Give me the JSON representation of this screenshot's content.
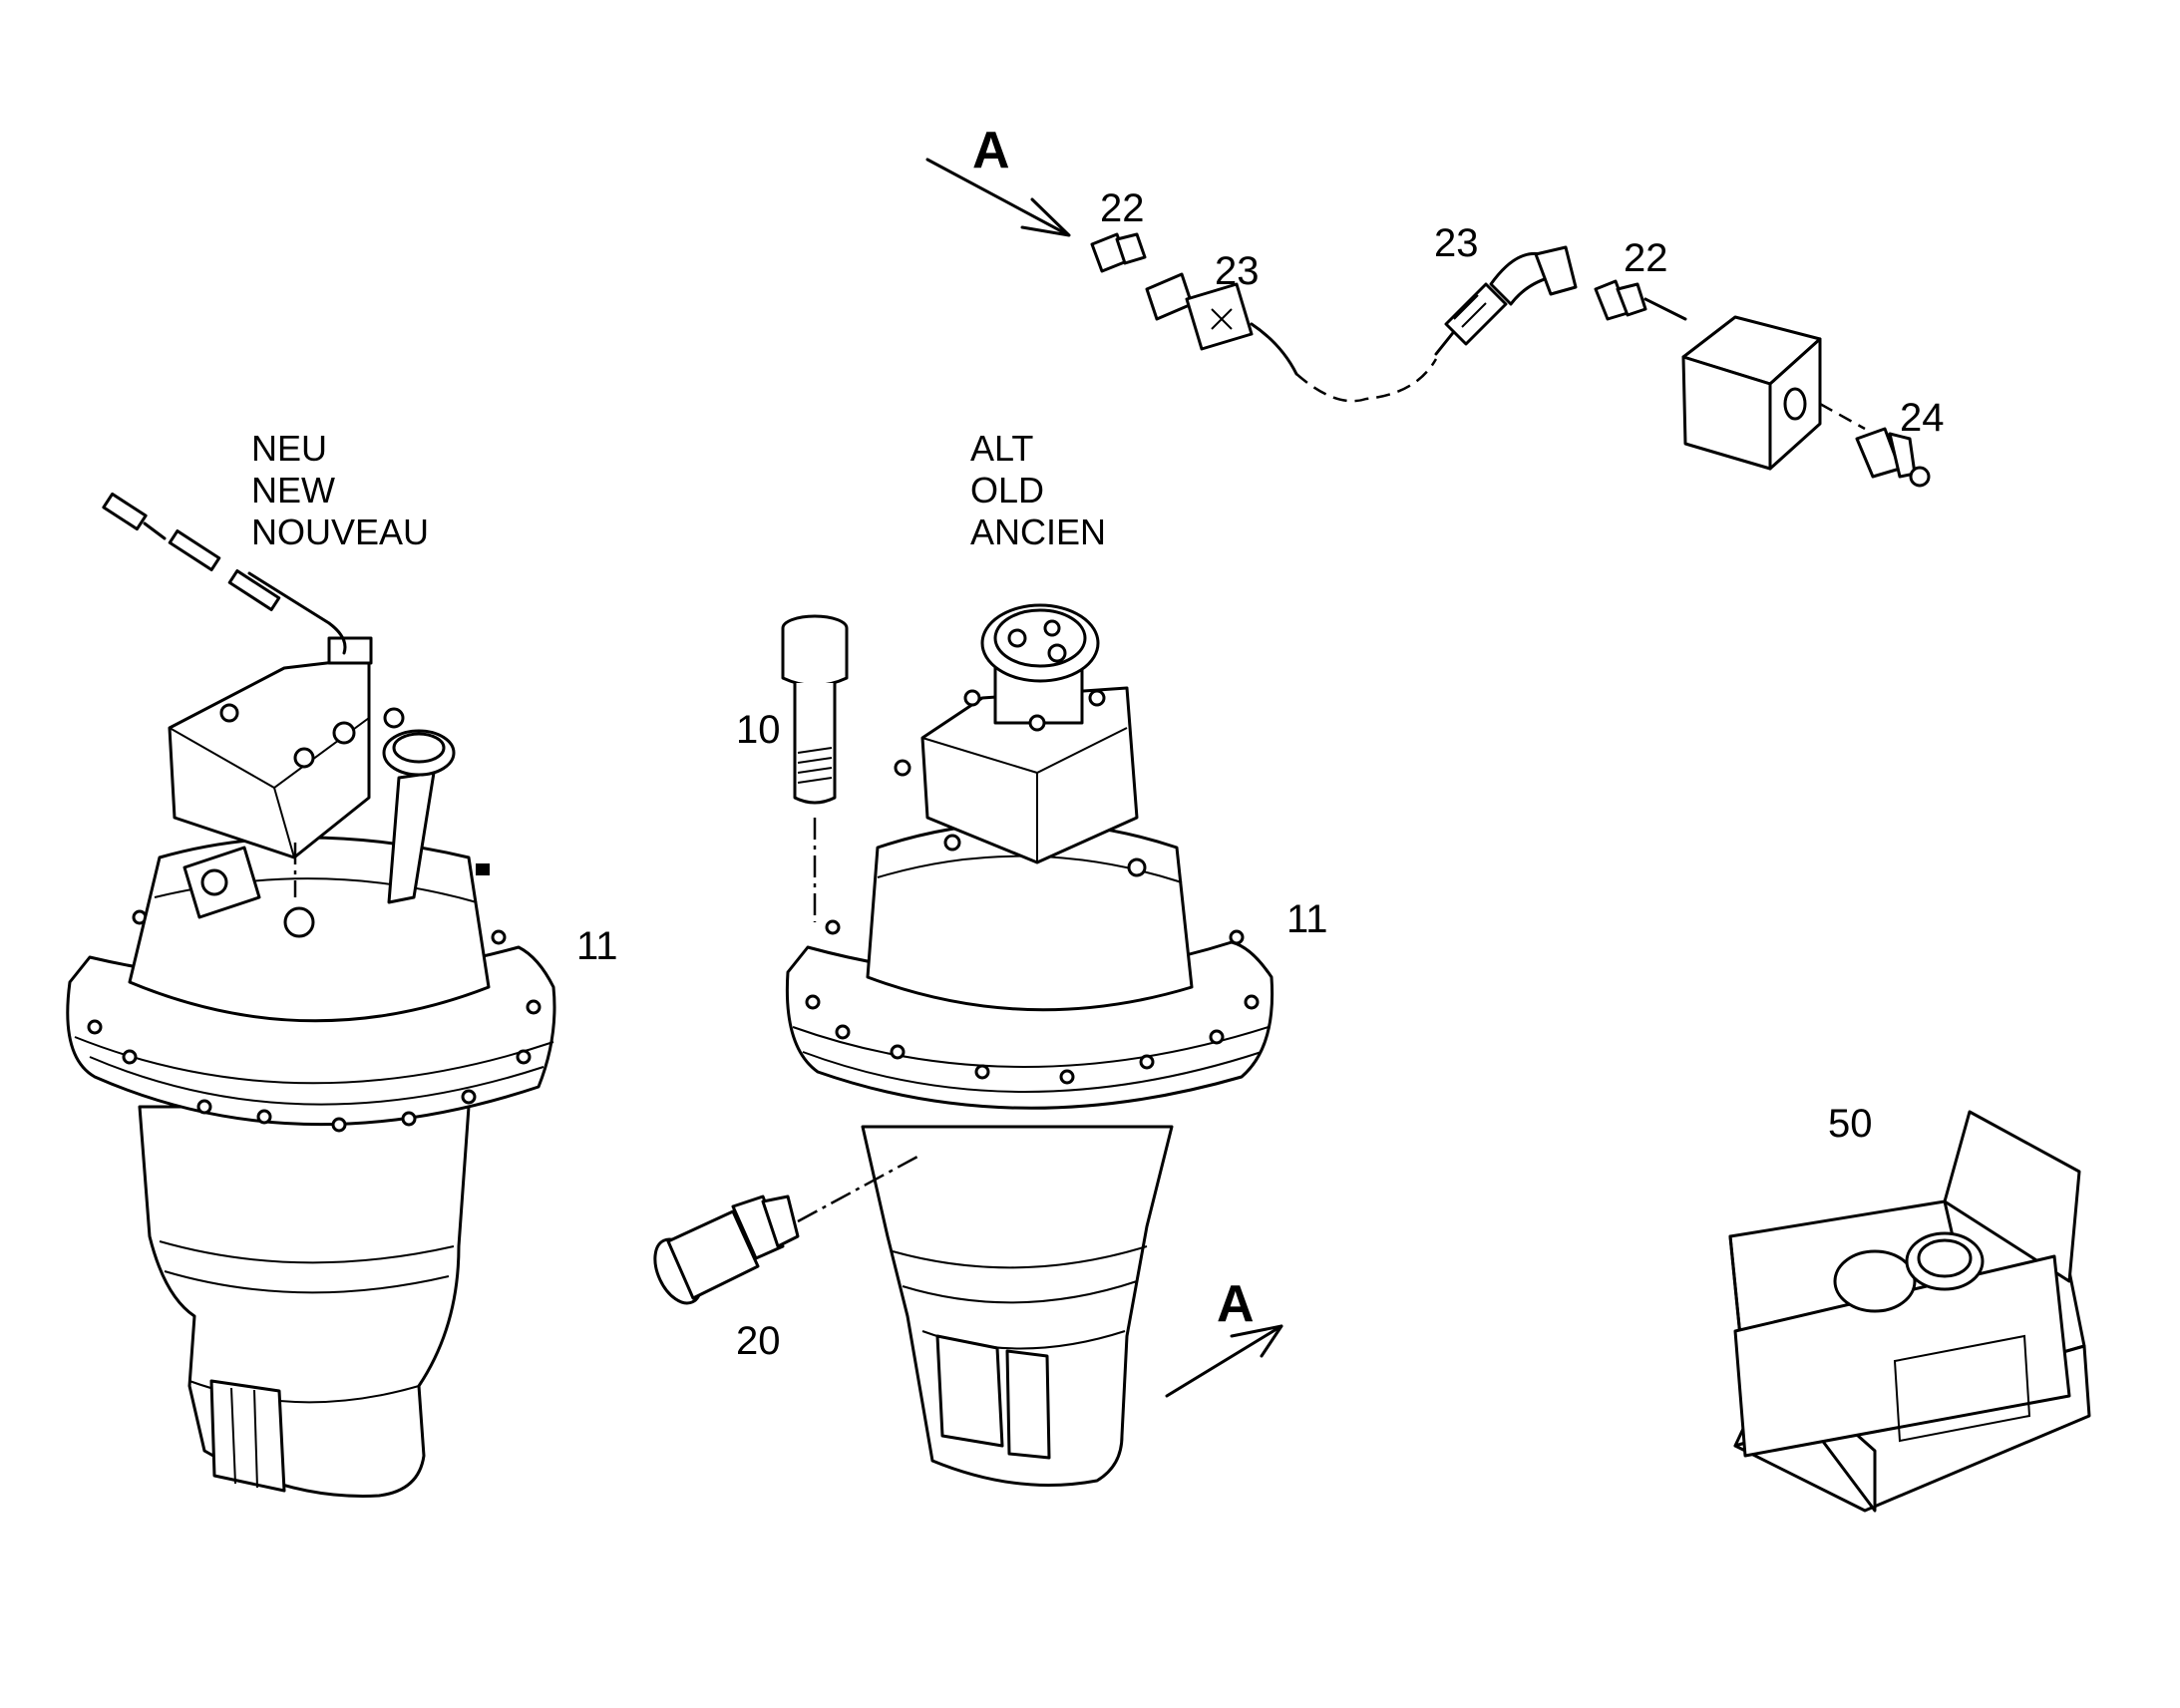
{
  "variants": {
    "new": [
      "NEU",
      "NEW",
      "NOUVEAU"
    ],
    "old": [
      "ALT",
      "OLD",
      "ANCIEN"
    ]
  },
  "view_markers": {
    "top": "A",
    "bottom": "A"
  },
  "callouts": {
    "gearbox_new": "11",
    "gearbox_old": "11",
    "screw": "10",
    "plug": "20",
    "union_left": "22",
    "hose_left": "23",
    "hose_right": "23",
    "union_right": "22",
    "nipple": "24",
    "kit": "50"
  }
}
